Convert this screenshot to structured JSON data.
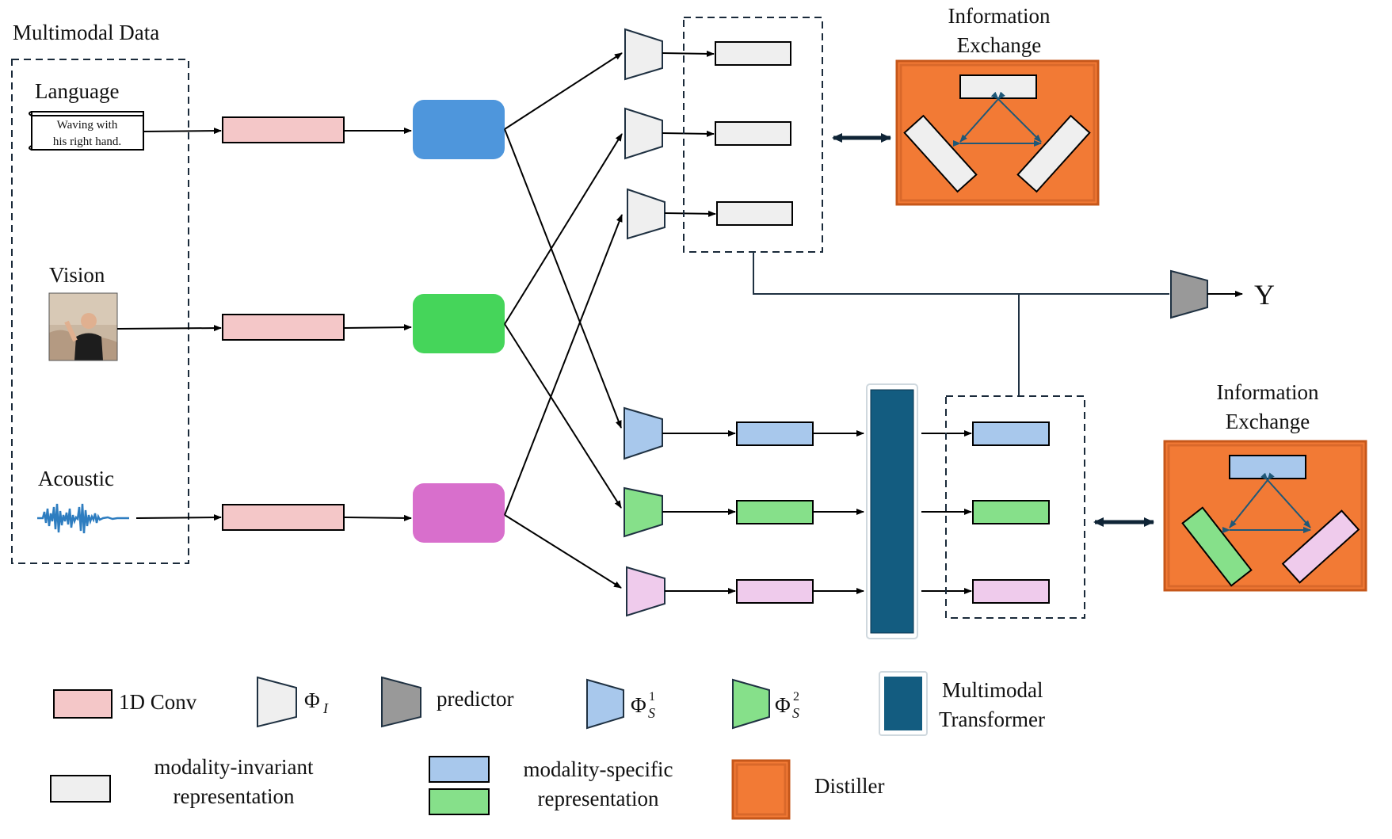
{
  "inputs": {
    "title": "Multimodal Data",
    "language": "Language",
    "language_text_line1": "Waving with",
    "language_text_line2": "his right hand.",
    "vision": "Vision",
    "acoustic": "Acoustic"
  },
  "exchange_top": {
    "line1": "Information",
    "line2": "Exchange"
  },
  "exchange_bottom": {
    "line1": "Information",
    "line2": "Exchange"
  },
  "output_label": "Y",
  "legend": {
    "conv": "1D Conv",
    "phi_i": "Φ",
    "phi_i_sub": "I",
    "predictor": "predictor",
    "phi_s1": "Φ",
    "phi_s1_sup": "1",
    "phi_s1_sub": "S",
    "phi_s2": "Φ",
    "phi_s2_sup": "2",
    "phi_s2_sub": "S",
    "transformer_line1": "Multimodal",
    "transformer_line2": "Transformer",
    "invariant_line1": "modality-invariant",
    "invariant_line2": "representation",
    "specific_line1": "modality-specific",
    "specific_line2": "representation",
    "distiller": "Distiller"
  },
  "colors": {
    "conv": "#f4c7c8",
    "invariant": "#efefef",
    "language": "#4e96dc",
    "vision": "#45d55a",
    "acoustic": "#d86fcc",
    "spec_blue": "#a8c8ec",
    "spec_green": "#86e08a",
    "spec_pink": "#efcbec",
    "predictor": "#999999",
    "transformer": "#135c80",
    "distiller": "#f27a35"
  }
}
